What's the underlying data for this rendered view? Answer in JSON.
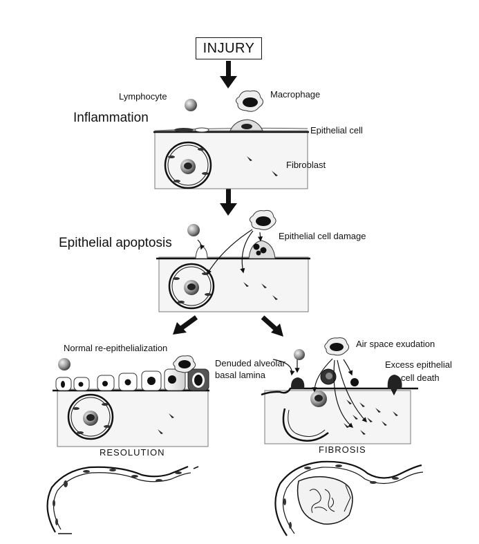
{
  "labels": {
    "injury": "INJURY",
    "lymphocyte": "Lymphocyte",
    "macrophage": "Macrophage",
    "inflammation": "Inflammation",
    "epithelial_cell": "Epithelial cell",
    "fibroblast": "Fibroblast",
    "epithelial_apoptosis": "Epithelial apoptosis",
    "epithelial_cell_damage": "Epithelial cell damage",
    "normal_reepithelialization": "Normal re-epithelialization",
    "air_space_exudation": "Air space exudation",
    "denuded_line1": "Denuded alveolar",
    "denuded_line2": "basal lamina",
    "excess_line1": "Excess epithelial",
    "excess_line2": "cell death",
    "resolution": "RESOLUTION",
    "fibrosis": "FIBROSIS"
  }
}
